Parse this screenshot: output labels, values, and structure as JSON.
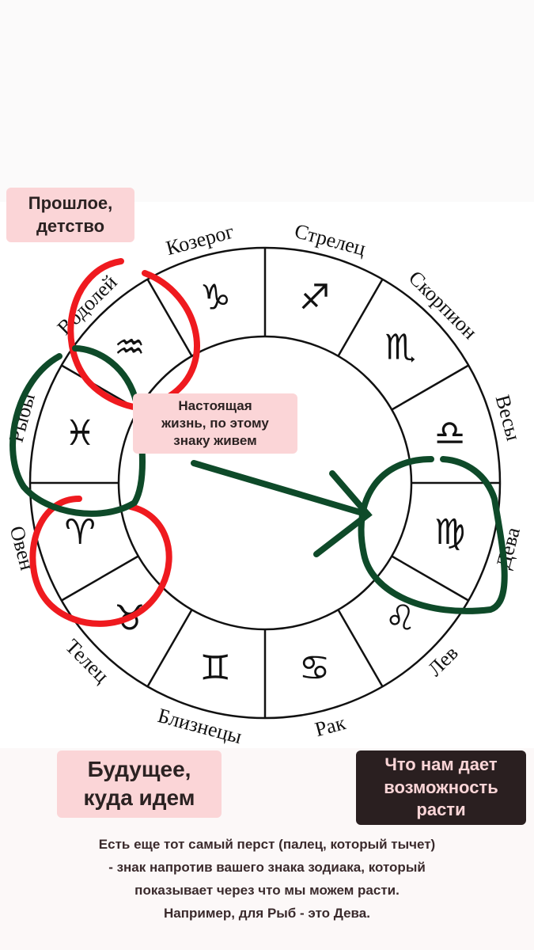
{
  "wheel": {
    "signs": [
      {
        "name": "Стрелец",
        "glyph": "♐"
      },
      {
        "name": "Скорпион",
        "glyph": "♏"
      },
      {
        "name": "Весы",
        "glyph": "♎"
      },
      {
        "name": "Дева",
        "glyph": "♍"
      },
      {
        "name": "Лев",
        "glyph": "♌"
      },
      {
        "name": "Рак",
        "glyph": "♋"
      },
      {
        "name": "Близнецы",
        "glyph": "♊"
      },
      {
        "name": "Телец",
        "glyph": "♉"
      },
      {
        "name": "Овен",
        "glyph": "♈"
      },
      {
        "name": "Рыбы",
        "glyph": "♓"
      },
      {
        "name": "Водолей",
        "glyph": "♒"
      },
      {
        "name": "Козерог",
        "glyph": "♑"
      }
    ]
  },
  "annotations": {
    "past": [
      "Прошлое,",
      "детство"
    ],
    "present": [
      "Настоящая",
      "жизнь, по этому",
      "знаку живем"
    ],
    "future": [
      "Будущее,",
      "куда идем"
    ],
    "growth": [
      "Что нам дает",
      "возможность",
      "расти"
    ]
  },
  "caption": [
    "Есть еще тот самый перст (палец, который тычет)",
    "- знак напротив вашего знака зодиака, который",
    "показывает через что мы можем расти.",
    "Например, для Рыб - это Дева."
  ],
  "colors": {
    "red": "#ef1a1f",
    "green": "#0e4a29",
    "pink": "#fbd5d7",
    "dark": "#2a1f20"
  }
}
